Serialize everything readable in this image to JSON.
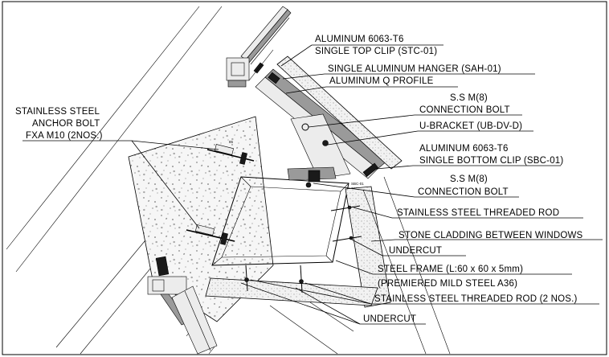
{
  "labels": {
    "stc_line1": "ALUMINUM 6063-T6",
    "stc_line2": "SINGLE TOP CLIP (STC-01)",
    "sah": "SINGLE ALUMINUM HANGER (SAH-01)",
    "qprofile": "ALUMINUM Q PROFILE",
    "bolt_top_line1": "S.S M(8)",
    "bolt_top_line2": "CONNECTION BOLT",
    "anchor_line1": "STAINLESS STEEL",
    "anchor_line2": "ANCHOR BOLT",
    "anchor_line3": "FXA M10 (2NOS.)",
    "ubracket": "U-BRACKET (UB-DV-D)",
    "sbc_line1": "ALUMINUM 6063-T6",
    "sbc_line2": "SINGLE BOTTOM CLIP (SBC-01)",
    "bolt_bot_line1": "S.S M(8)",
    "bolt_bot_line2": "CONNECTION BOLT",
    "rod": "STAINLESS STEEL THREADED ROD",
    "cladding": "STONE CLADDING BETWEEN WINDOWS",
    "undercut_right": "UNDERCUT",
    "frame_line1": "STEEL FRAME (L:60 x 60 x 5mm)",
    "frame_line2": "(PREMIERED MILD STEEL A36)",
    "rod_two": "STAINLESS STEEL THREADED ROD (2 NOS.)",
    "undercut_bottom": "UNDERCUT",
    "tag_sbc": "SBC-01",
    "tag_sah": "SAH-01"
  },
  "colors": {
    "ink": "#000000",
    "background": "#ffffff",
    "metal_fill": "#9a9a9a"
  }
}
